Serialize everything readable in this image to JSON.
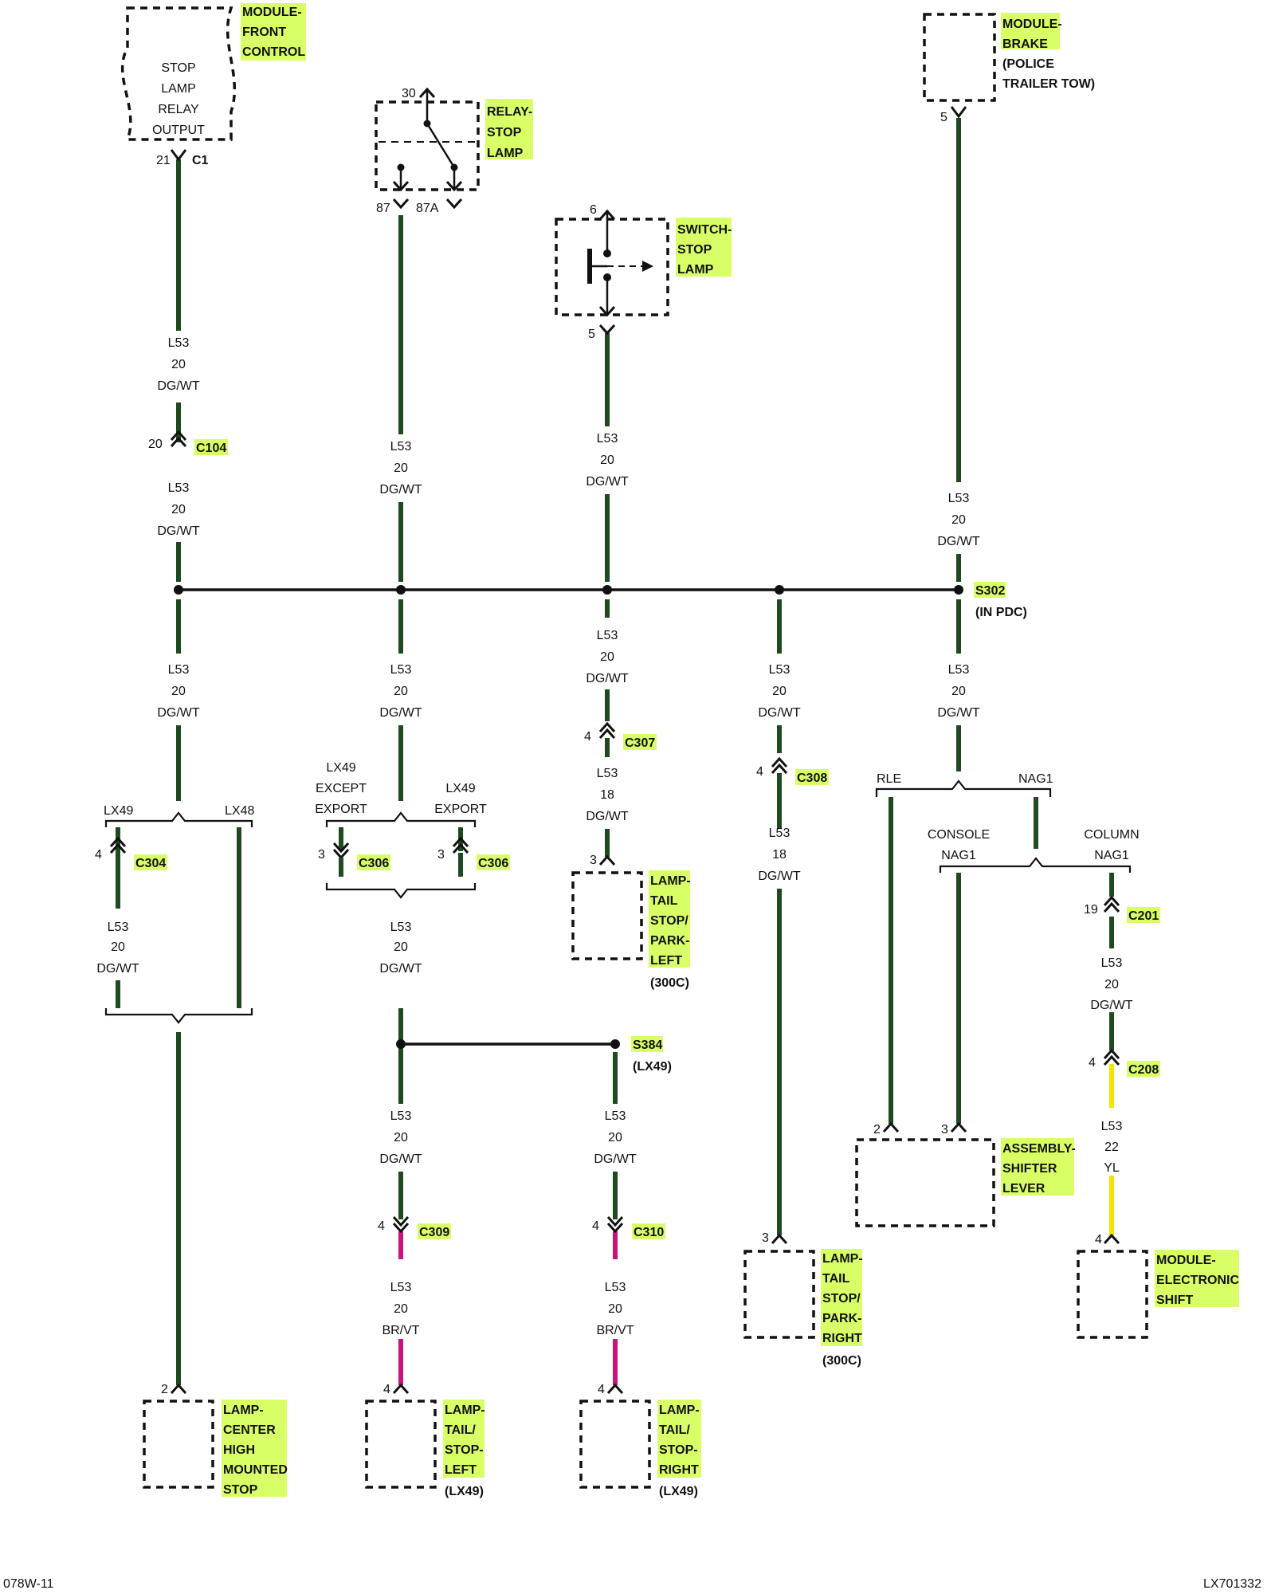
{
  "colors": {
    "wire_green": "#1f4a1f",
    "wire_yellow": "#f2e400",
    "wire_magenta": "#c8147a",
    "highlight": "#d9ff66"
  },
  "components": {
    "module_front_control": {
      "name": [
        "MODULE-",
        "FRONT",
        "CONTROL"
      ],
      "inner": [
        "STOP",
        "LAMP",
        "RELAY",
        "OUTPUT"
      ],
      "pin": "21",
      "connector": "C1"
    },
    "relay_stop_lamp": {
      "name": [
        "RELAY-",
        "STOP",
        "LAMP"
      ],
      "pin_top": "30",
      "pin_87": "87",
      "pin_87a": "87A"
    },
    "switch_stop_lamp": {
      "name": [
        "SWITCH-",
        "STOP",
        "LAMP"
      ],
      "pin_top": "6",
      "pin_bottom": "5"
    },
    "module_brake": {
      "name": [
        "MODULE-",
        "BRAKE",
        "(POLICE",
        "TRAILER TOW)"
      ],
      "pin": "5"
    },
    "splice_s302": {
      "name": "S302",
      "note": "(IN PDC)"
    },
    "splice_s384": {
      "name": "S384",
      "note": "(LX49)"
    },
    "lamp_tail_stop_park_left": {
      "name": [
        "LAMP-",
        "TAIL",
        "STOP/",
        "PARK-",
        "LEFT"
      ],
      "note": "(300C)",
      "pin": "3"
    },
    "lamp_tail_stop_park_right": {
      "name": [
        "LAMP-",
        "TAIL",
        "STOP/",
        "PARK-",
        "RIGHT"
      ],
      "note": "(300C)",
      "pin": "3"
    },
    "assembly_shifter_lever": {
      "name": [
        "ASSEMBLY-",
        "SHIFTER",
        "LEVER"
      ],
      "pin_a": "2",
      "pin_b": "3"
    },
    "module_electronic_shift": {
      "name": [
        "MODULE-",
        "ELECTRONIC",
        "SHIFT"
      ],
      "pin": "4"
    },
    "lamp_chmsl": {
      "name": [
        "LAMP-",
        "CENTER",
        "HIGH",
        "MOUNTED",
        "STOP"
      ],
      "pin": "2"
    },
    "lamp_tail_stop_left_lx49": {
      "name": [
        "LAMP-",
        "TAIL/",
        "STOP-",
        "LEFT"
      ],
      "note": "(LX49)",
      "pin": "4"
    },
    "lamp_tail_stop_right_lx49": {
      "name": [
        "LAMP-",
        "TAIL/",
        "STOP-",
        "RIGHT"
      ],
      "note": "(LX49)",
      "pin": "4"
    }
  },
  "wire_labels": {
    "dgwt20": [
      "L53",
      "20",
      "DG/WT"
    ],
    "dgwt18": [
      "L53",
      "18",
      "DG/WT"
    ],
    "brvt20": [
      "L53",
      "20",
      "BR/VT"
    ],
    "yl22": [
      "L53",
      "22",
      "YL"
    ]
  },
  "connectors": {
    "c104": {
      "name": "C104",
      "pin": "20"
    },
    "c304": {
      "name": "C304",
      "pin": "4"
    },
    "c306a": {
      "name": "C306",
      "pin": "3"
    },
    "c306b": {
      "name": "C306",
      "pin": "3"
    },
    "c307": {
      "name": "C307",
      "pin": "4"
    },
    "c308": {
      "name": "C308",
      "pin": "4"
    },
    "c309": {
      "name": "C309",
      "pin": "4"
    },
    "c310": {
      "name": "C310",
      "pin": "4"
    },
    "c201": {
      "name": "C201",
      "pin": "19"
    },
    "c208": {
      "name": "C208",
      "pin": "4"
    }
  },
  "options": {
    "lx49": "LX49",
    "lx48": "LX48",
    "lx49_except_export": [
      "LX49",
      "EXCEPT",
      "EXPORT"
    ],
    "lx49_export": [
      "LX49",
      "EXPORT"
    ],
    "rle": "RLE",
    "nag1": "NAG1",
    "console_nag1": [
      "CONSOLE",
      "NAG1"
    ],
    "column_nag1": [
      "COLUMN",
      "NAG1"
    ]
  },
  "footer": {
    "left": "078W-11",
    "right": "LX701332"
  }
}
